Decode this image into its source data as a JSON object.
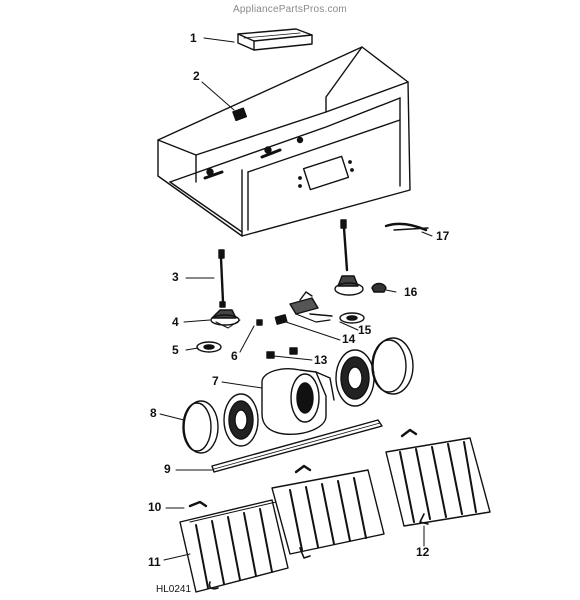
{
  "watermark": "AppliancePartsPros.com",
  "diagram_code": "HL0241",
  "callouts": [
    "1",
    "2",
    "3",
    "4",
    "5",
    "6",
    "7",
    "8",
    "9",
    "10",
    "11",
    "12",
    "13",
    "14",
    "15",
    "16",
    "17"
  ]
}
